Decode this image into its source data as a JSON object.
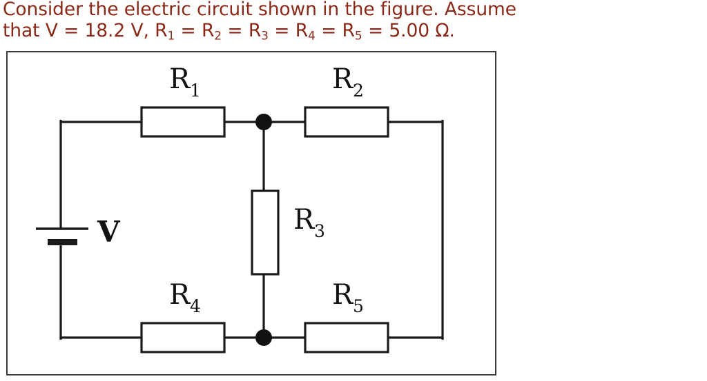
{
  "problem": {
    "line1": "Consider the electric circuit shown in the figure. Assume",
    "line2_parts": {
      "p1": "that V = 18.2 V, R",
      "s1": "1",
      "p2": " = R",
      "s2": "2",
      "p3": " = R",
      "s3": "3",
      "p4": " = R",
      "s4": "4",
      "p5": " = R",
      "s5": "5",
      "p6": " = 5.00 Ω."
    },
    "full_text": "Consider the electric circuit shown in the figure. Assume that V = 18.2 V, R1 = R2 = R3 = R4 = R5 = 5.00 Ω.",
    "text_color": "#8a2917",
    "voltage_value": "18.2 V",
    "resistance_value": "5.00 Ω"
  },
  "figure": {
    "frame_color": "#3a3a3a",
    "wire_color": "#1a1a1a",
    "labels": {
      "battery": "V",
      "r1_letter": "R",
      "r1_sub": "1",
      "r2_letter": "R",
      "r2_sub": "2",
      "r3_letter": "R",
      "r3_sub": "3",
      "r4_letter": "R",
      "r4_sub": "4",
      "r5_letter": "R",
      "r5_sub": "5"
    }
  }
}
